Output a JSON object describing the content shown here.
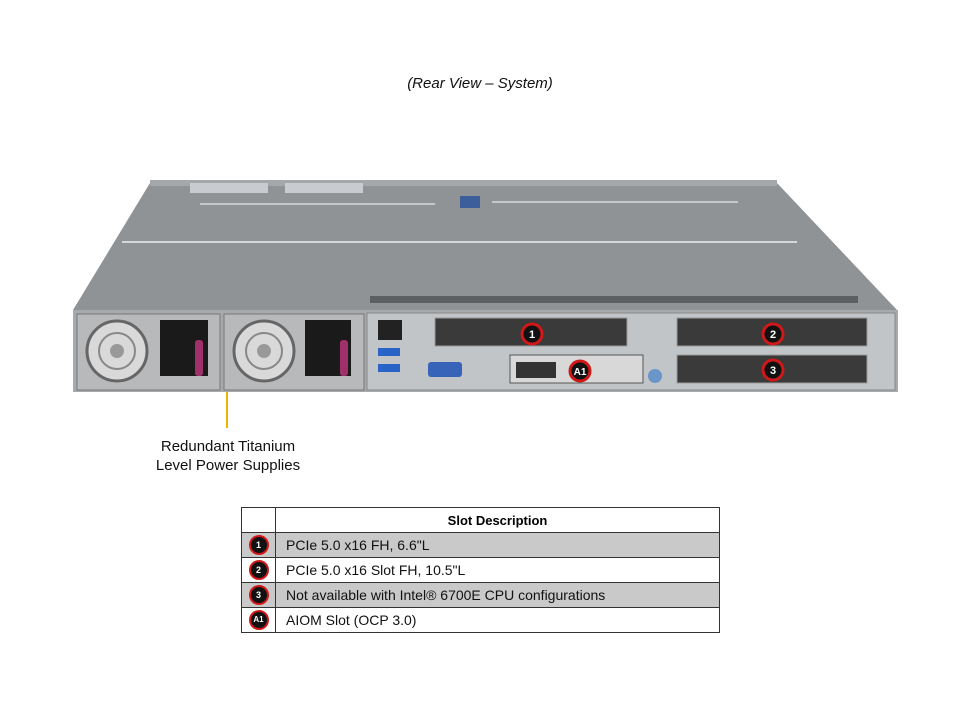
{
  "caption": "(Rear View – System)",
  "psu_label": {
    "line1": "Redundant Titanium",
    "line2": "Level Power Supplies"
  },
  "markers": {
    "slot1": "1",
    "slot2": "2",
    "slot3": "3",
    "aiom": "A1"
  },
  "table": {
    "header": "Slot Description",
    "rows": [
      {
        "badge": "1",
        "description": "PCIe 5.0 x16 FH, 6.6\"L"
      },
      {
        "badge": "2",
        "description": "PCIe 5.0 x16 Slot FH, 10.5\"L"
      },
      {
        "badge": "3",
        "description": "Not available with Intel® 6700E CPU configurations"
      },
      {
        "badge": "A1",
        "description": "AIOM Slot (OCP 3.0)"
      }
    ]
  },
  "colors": {
    "marker_ring": "#d01818",
    "leader_line": "#f0b400",
    "row_shade": "#c9c9c9"
  }
}
